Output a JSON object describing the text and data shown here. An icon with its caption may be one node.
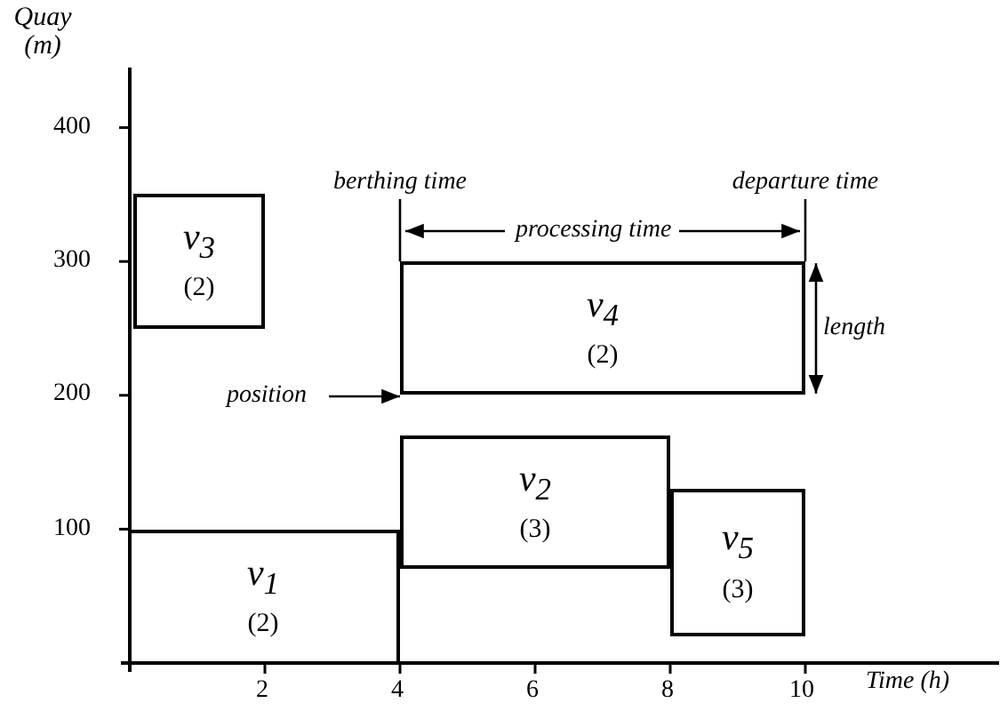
{
  "diagram": {
    "nodes": [
      {
        "text": [
          "v$_{3}$",
          "(2)"
        ]
      },
      {
        "text": [
          "berthing time"
        ]
      },
      {
        "text": [
          "departure time"
        ]
      },
      {
        "text": [
          "v$_{4}$",
          "(2)"
        ]
      },
      {
        "text": [
          "position"
        ]
      },
      {
        "text": [
          "v$_{2}$",
          "(3)"
        ]
      },
      {
        "text": [
          "v$_{5}$",
          "(3)"
        ]
      },
      {
        "text": [
          "v$_{1}$",
          "(2)"
        ]
      }
    ],
    "edges": [
      {
        "from": 1,
        "to": 3,
        "arrow": "none"
      },
      {
        "from": 2,
        "to": 3,
        "arrow": "none"
      },
      {
        "from": 4,
        "to": 3,
        "arrow": "to"
      }
    ],
    "labels": [
      "Quay (m)",
      "400",
      "300",
      "200",
      "100",
      "processing time",
      "length",
      "2",
      "4",
      "6",
      "8",
      "10",
      "Time (h)"
    ]
  }
}
